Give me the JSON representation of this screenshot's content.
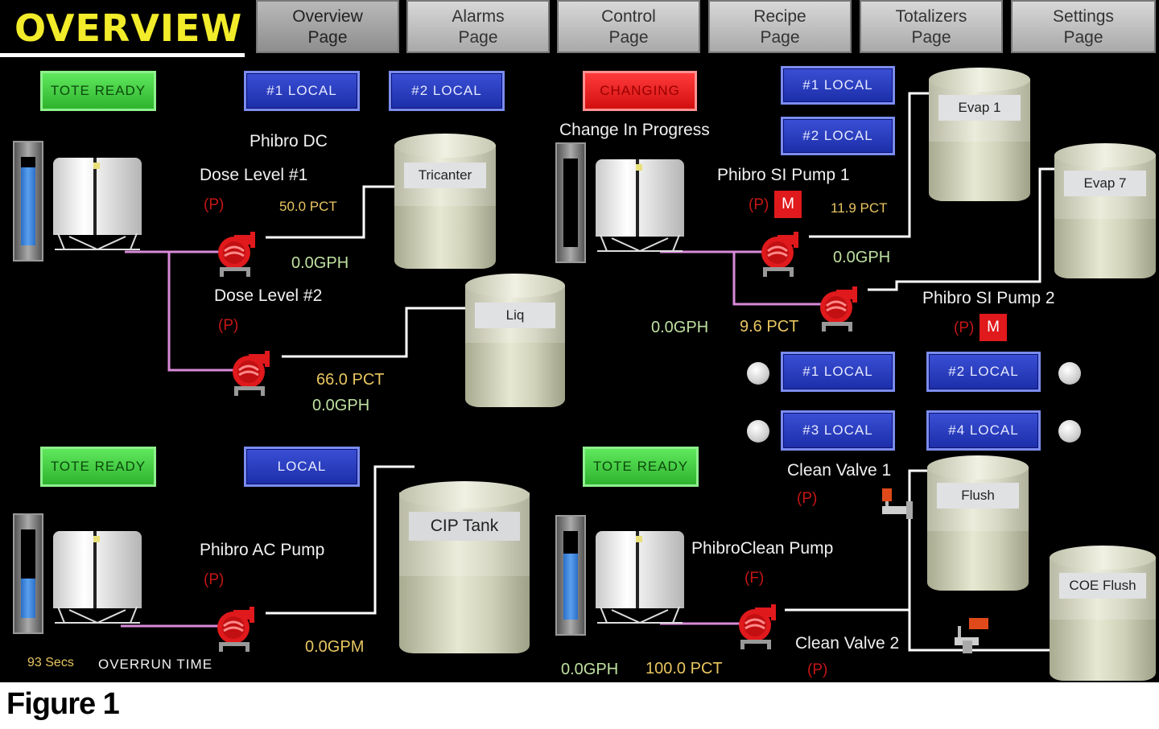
{
  "header": {
    "title": "OVERVIEW",
    "nav": [
      {
        "label": "Overview\nPage",
        "active": true
      },
      {
        "label": "Alarms\nPage",
        "active": false
      },
      {
        "label": "Control\nPage",
        "active": false
      },
      {
        "label": "Recipe\nPage",
        "active": false
      },
      {
        "label": "Totalizers\nPage",
        "active": false
      },
      {
        "label": "Settings\nPage",
        "active": false
      }
    ]
  },
  "colors": {
    "accent_title": "#f2ec2a",
    "pump": "#e0191c",
    "pipe_chemical": "#d98ad9",
    "pipe_water": "#ffffff",
    "local_button": "#2436c0",
    "tote_ready": "#3fd43d",
    "changing": "#ff2a2a"
  },
  "dc": {
    "tote_status": "TOTE READY",
    "local1": "#1 LOCAL",
    "local2": "#2 LOCAL",
    "title": "Phibro DC",
    "dose1_label": "Dose Level #1",
    "dose1_mark": "(P)",
    "dose1_pct": "50.0 PCT",
    "dose1_flow": "0.0GPH",
    "dose2_label": "Dose Level #2",
    "dose2_mark": "(P)",
    "dose2_pct": "66.0 PCT",
    "dose2_flow": "0.0GPH",
    "gauge_level": 0.88,
    "tank1": "Tricanter",
    "tank2": "Liq"
  },
  "si": {
    "status": "CHANGING",
    "status_text": "Change In Progress",
    "local1": "#1 LOCAL",
    "local2": "#2 LOCAL",
    "pump1_label": "Phibro SI Pump 1",
    "pump1_mark": "(P)",
    "pump1_mode": "M",
    "pump1_pct": "11.9 PCT",
    "pump1_flow": "0.0GPH",
    "pump2_label": "Phibro SI Pump 2",
    "pump2_mark": "(P)",
    "pump2_mode": "M",
    "pump2_pct": "9.6 PCT",
    "pump2_flow": "0.0GPH",
    "gauge_level": 0.0,
    "tank1": "Evap 1",
    "tank2": "Evap 7",
    "locals": [
      "#1 LOCAL",
      "#2 LOCAL",
      "#3 LOCAL",
      "#4 LOCAL"
    ]
  },
  "ac": {
    "tote_status": "TOTE READY",
    "local": "LOCAL",
    "pump_label": "Phibro AC Pump",
    "pump_mark": "(P)",
    "flow": "0.0GPM",
    "overrun_value": "93 Secs",
    "overrun_label": "OVERRUN TIME",
    "gauge_level": 0.45,
    "tank": "CIP Tank"
  },
  "clean": {
    "tote_status": "TOTE READY",
    "valve1_label": "Clean Valve 1",
    "valve1_mark": "(P)",
    "pump_label": "PhibroClean Pump",
    "pump_mark": "(F)",
    "valve2_label": "Clean Valve 2",
    "valve2_mark": "(P)",
    "flow": "0.0GPH",
    "pct": "100.0 PCT",
    "gauge_level": 0.75,
    "tank1": "Flush",
    "tank2": "COE Flush"
  },
  "caption": "Figure 1"
}
